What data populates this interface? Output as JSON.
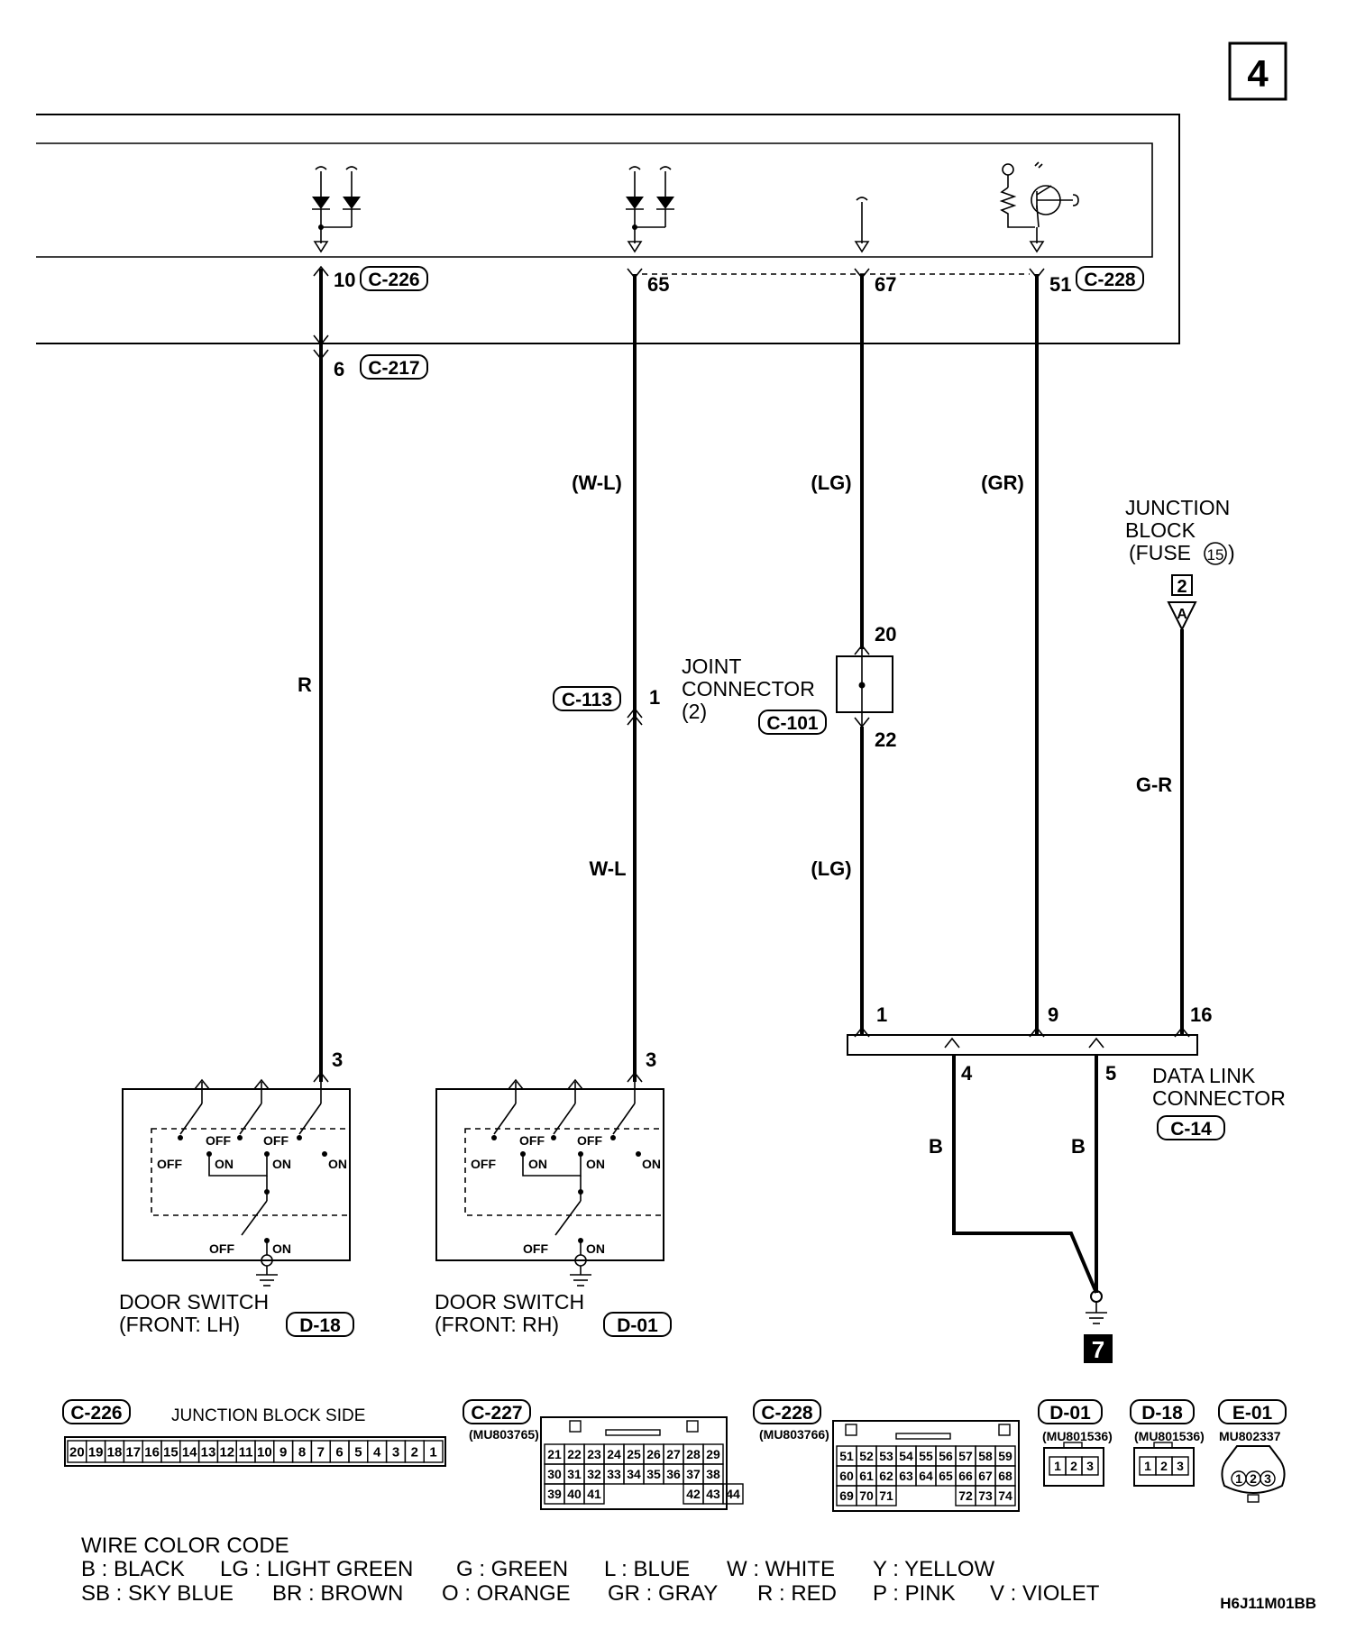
{
  "page_number": "4",
  "connectors": {
    "c226": "C-226",
    "c217": "C-217",
    "c228": "C-228",
    "c113": "C-113",
    "c101": "C-101",
    "c14": "C-14",
    "c227": "C-227",
    "d18": "D-18",
    "d01": "D-01",
    "e01": "E-01"
  },
  "pins": {
    "p10": "10",
    "p65": "65",
    "p67": "67",
    "p51": "51",
    "p6": "6",
    "p1": "1",
    "p20": "20",
    "p22": "22",
    "p3a": "3",
    "p3b": "3",
    "dlc1": "1",
    "dlc9": "9",
    "dlc16": "16",
    "dlc4": "4",
    "dlc5": "5"
  },
  "wire_colors": {
    "wl_top": "(W-L)",
    "lg_top": "(LG)",
    "gr_top": "(GR)",
    "r": "R",
    "wl": "W-L",
    "lg_bottom": "(LG)",
    "gr_right": "G-R",
    "b1": "B",
    "b2": "B"
  },
  "junction_block": {
    "line1": "JUNCTION",
    "line2": "BLOCK",
    "line3": "(FUSE",
    "fuse": "15",
    "line3_end": ")",
    "box": "2",
    "arrow": "A"
  },
  "joint_connector": {
    "line1": "JOINT",
    "line2": "CONNECTOR",
    "line3": "(2)"
  },
  "data_link": {
    "line1": "DATA LINK",
    "line2": "CONNECTOR"
  },
  "door_lh": {
    "line1": "DOOR SWITCH",
    "line2": "(FRONT: LH)"
  },
  "door_rh": {
    "line1": "DOOR SWITCH",
    "line2": "(FRONT: RH)"
  },
  "switch_labels": {
    "off": "OFF",
    "on": "ON"
  },
  "ground_ref": "7",
  "c226_side": "JUNCTION BLOCK SIDE",
  "c226_pins": [
    "20",
    "19",
    "18",
    "17",
    "16",
    "15",
    "14",
    "13",
    "12",
    "11",
    "10",
    "9",
    "8",
    "7",
    "6",
    "5",
    "4",
    "3",
    "2",
    "1"
  ],
  "c227_part": "(MU803765)",
  "c227_rows": [
    [
      "21",
      "22",
      "23",
      "24",
      "25",
      "26",
      "27",
      "28",
      "29"
    ],
    [
      "30",
      "31",
      "32",
      "33",
      "34",
      "35",
      "36",
      "37",
      "38"
    ],
    [
      "39",
      "40",
      "41",
      "",
      "",
      "",
      "",
      "42",
      "43",
      "44"
    ]
  ],
  "c228_part": "(MU803766)",
  "c228_rows": [
    [
      "51",
      "52",
      "53",
      "54",
      "55",
      "56",
      "57",
      "58",
      "59"
    ],
    [
      "60",
      "61",
      "62",
      "63",
      "64",
      "65",
      "66",
      "67",
      "68"
    ],
    [
      "69",
      "70",
      "71",
      "",
      "",
      "",
      "72",
      "73",
      "74"
    ]
  ],
  "d01_part": "(MU801536)",
  "d18_part": "(MU801536)",
  "e01_part": "MU802337",
  "small_pins": [
    "1",
    "2",
    "3"
  ],
  "legend": {
    "title": "WIRE COLOR CODE",
    "row1": [
      "B : BLACK",
      "LG : LIGHT GREEN",
      "G : GREEN",
      "L : BLUE",
      "W : WHITE",
      "Y : YELLOW"
    ],
    "row2": [
      "SB : SKY BLUE",
      "BR : BROWN",
      "O : ORANGE",
      "GR : GRAY",
      "R : RED",
      "P : PINK",
      "V : VIOLET"
    ]
  },
  "figure_code": "H6J11M01BB"
}
